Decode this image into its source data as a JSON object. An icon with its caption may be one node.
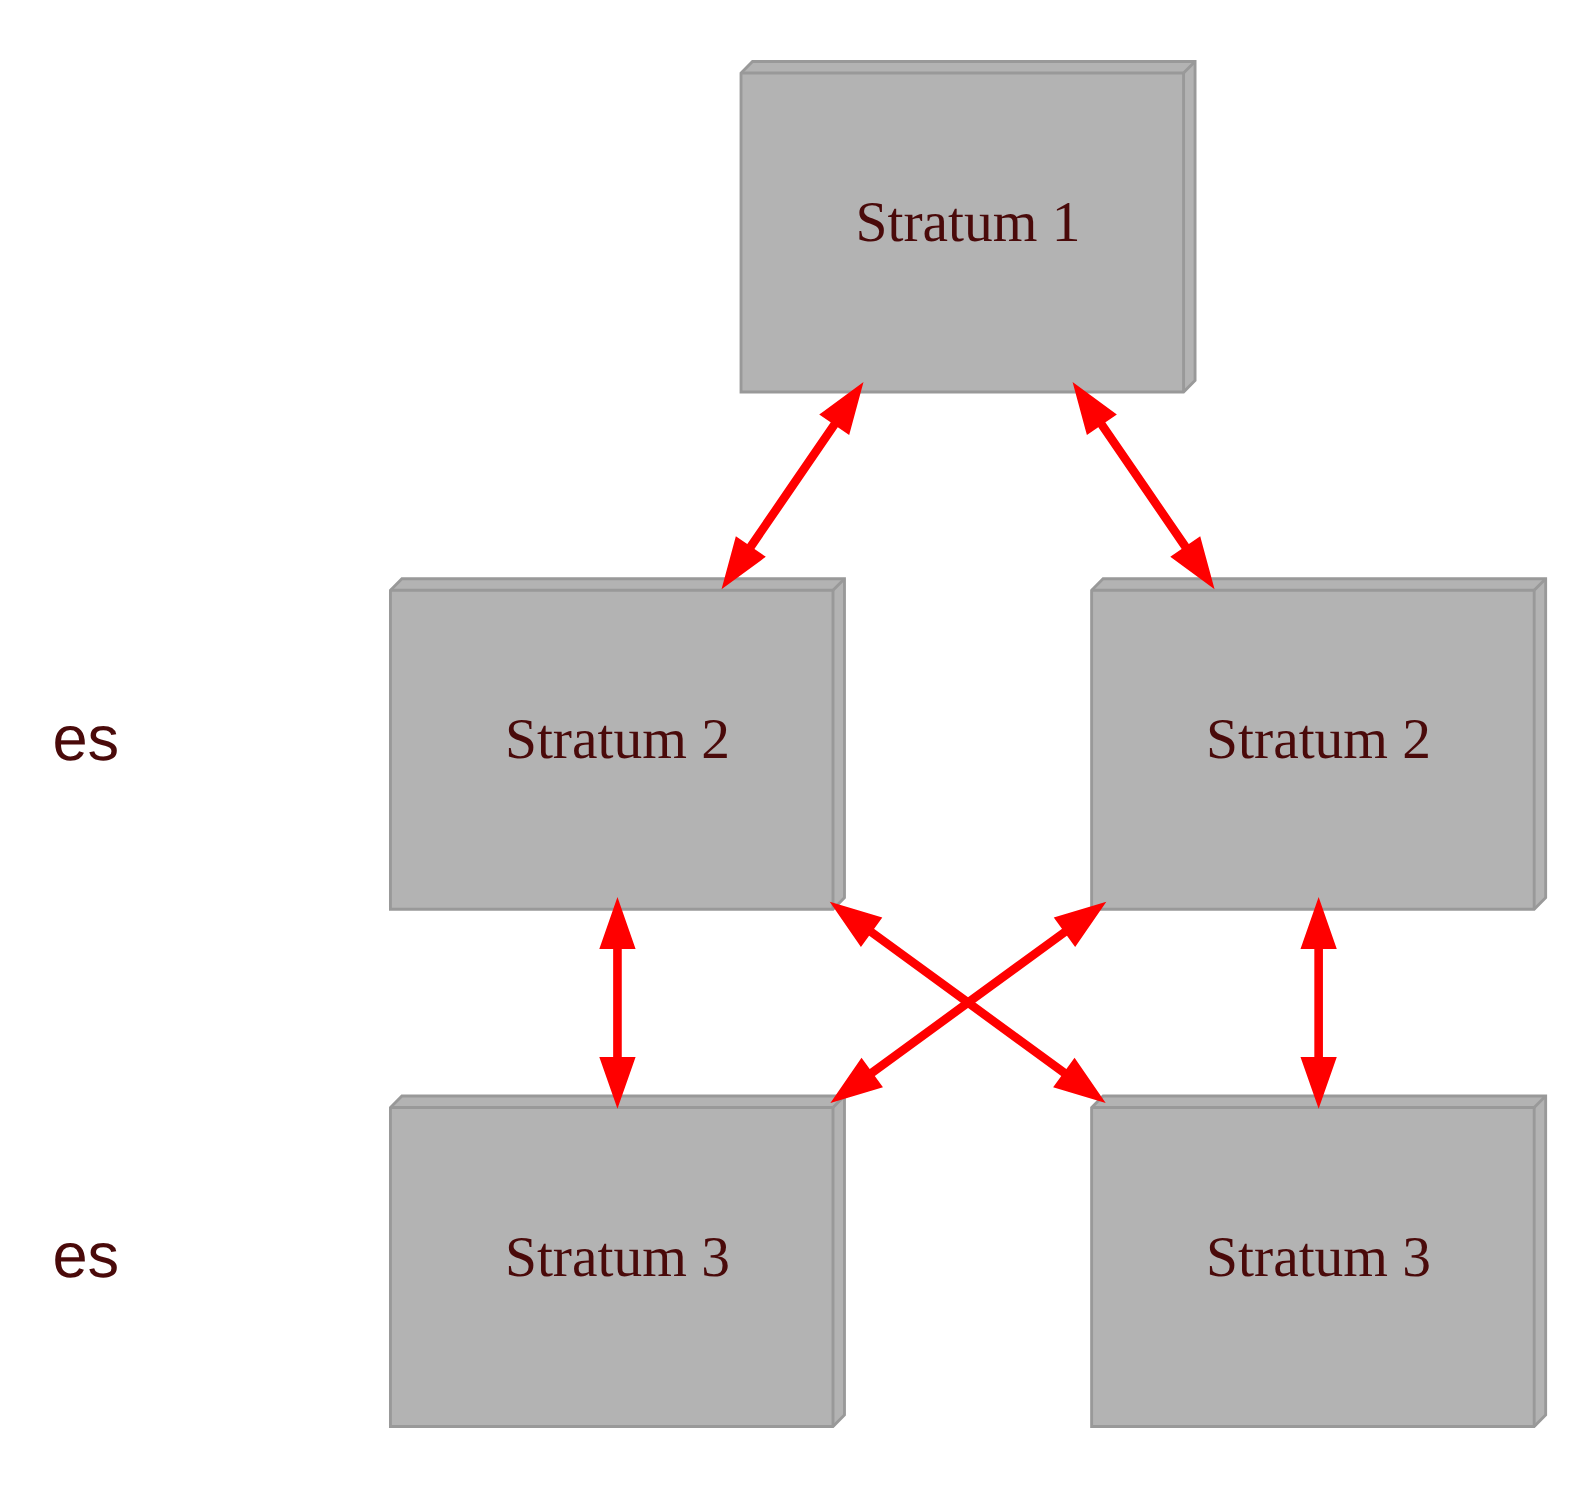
{
  "diagram": {
    "nodes": [
      {
        "text": [
          "Stratum 1"
        ]
      },
      {
        "text": [
          "Stratum 2"
        ]
      },
      {
        "text": [
          "Stratum 2"
        ]
      },
      {
        "text": [
          "Stratum 3"
        ]
      },
      {
        "text": [
          "Stratum 3"
        ]
      }
    ],
    "edges": [
      {
        "from": 0,
        "to": 1,
        "arrow": "both"
      },
      {
        "from": 0,
        "to": 2,
        "arrow": "both"
      },
      {
        "from": 1,
        "to": 3,
        "arrow": "both"
      },
      {
        "from": 2,
        "to": 3,
        "arrow": "both"
      },
      {
        "from": 1,
        "to": 4,
        "arrow": "both"
      },
      {
        "from": 2,
        "to": 4,
        "arrow": "both"
      }
    ],
    "labels": [
      "es",
      "es"
    ]
  }
}
